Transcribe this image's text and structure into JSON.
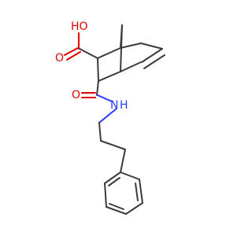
{
  "molecule": {
    "labels": {
      "hydroxyl": "HO",
      "acid_oxygen": "O",
      "amide_oxygen": "O",
      "amide_nitrogen": "N",
      "amide_hydrogen": "H"
    },
    "colors": {
      "bond": "#3c3c3c",
      "oxygen": "#e00000",
      "nitrogen": "#2a3df5",
      "background": "#ffffff"
    }
  }
}
